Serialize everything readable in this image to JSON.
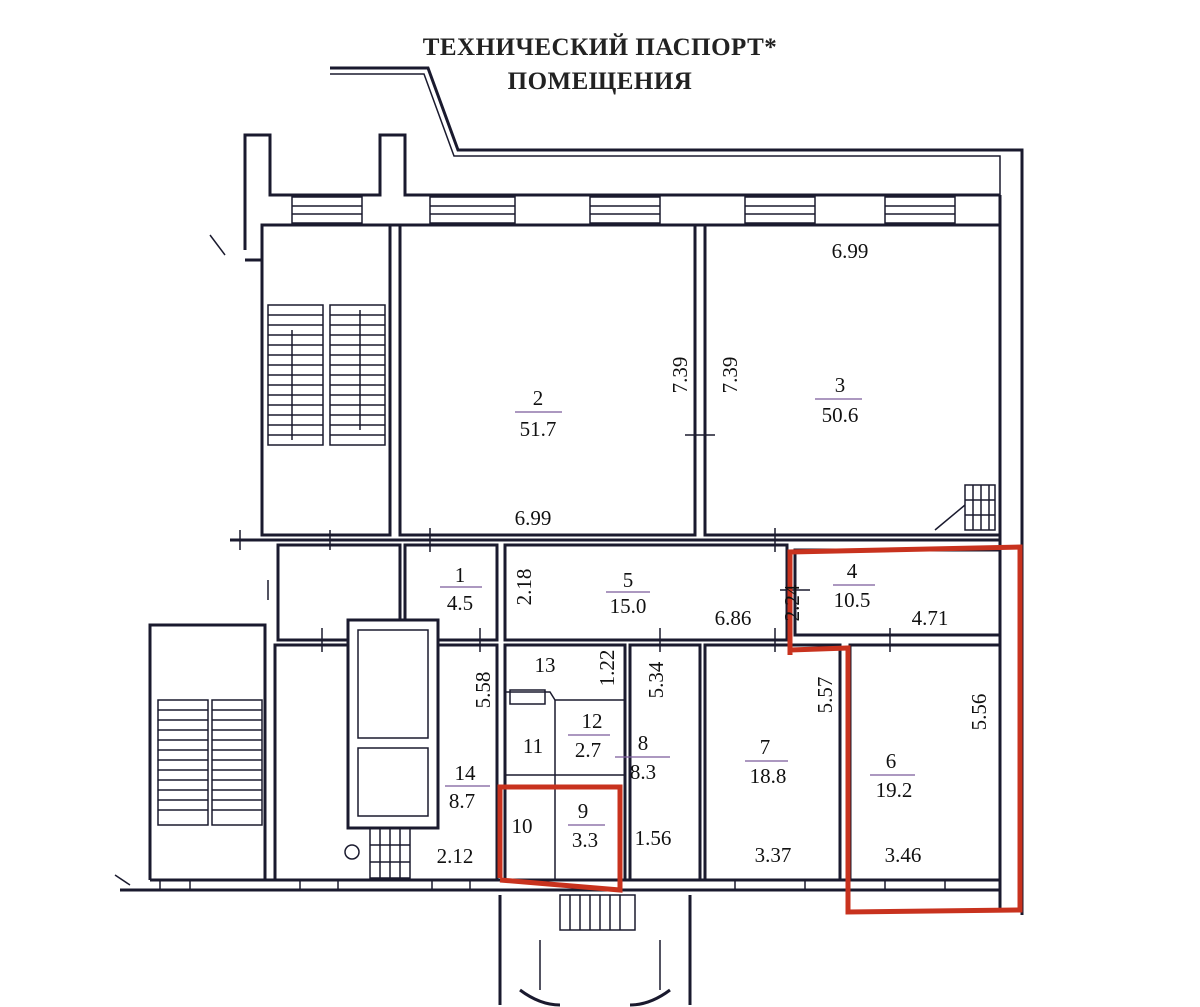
{
  "header": {
    "title_line1": "ТЕХНИЧЕСКИЙ ПАСПОРТ*",
    "title_line2": "ПОМЕЩЕНИЯ"
  },
  "rooms": [
    {
      "number": "1",
      "area": "4.5"
    },
    {
      "number": "2",
      "area": "51.7"
    },
    {
      "number": "3",
      "area": "50.6"
    },
    {
      "number": "4",
      "area": "10.5"
    },
    {
      "number": "5",
      "area": "15.0"
    },
    {
      "number": "6",
      "area": "19.2"
    },
    {
      "number": "7",
      "area": "18.8"
    },
    {
      "number": "8",
      "area": "8.3"
    },
    {
      "number": "9",
      "area": "3.3"
    },
    {
      "number": "10"
    },
    {
      "number": "11"
    },
    {
      "number": "12",
      "area": "2.7"
    },
    {
      "number": "13"
    },
    {
      "number": "14",
      "area": "8.7"
    }
  ],
  "dimensions": {
    "r2_width": "6.99",
    "r2_height": "7.39",
    "r3_width": "6.99",
    "r3_height": "7.39",
    "r1_height": "2.18",
    "r5_width": "6.86",
    "r4_height": "2.24",
    "r4_width": "4.71",
    "r14_height": "5.58",
    "r14_width": "2.12",
    "r13_height": "1.22",
    "r8_height": "5.34",
    "r8_width": "1.56",
    "r7_height": "5.57",
    "r7_width": "3.37",
    "r6_height": "5.56",
    "r6_width": "3.46"
  },
  "colors": {
    "highlight": "#c8321e",
    "walls": "#1a1a2e"
  }
}
